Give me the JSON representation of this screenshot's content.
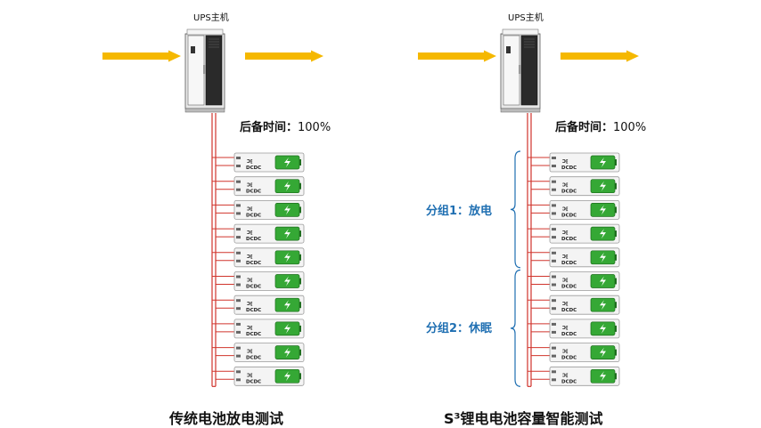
{
  "left_panel": {
    "ups_label": "UPS主机",
    "backup_prefix": "后备时间：",
    "backup_value": "100%",
    "caption": "传统电池放电测试",
    "battery_module_label": "DCDC",
    "battery_module_count": 10
  },
  "right_panel": {
    "ups_label": "UPS主机",
    "backup_prefix": "后备时间：",
    "backup_value": "100%",
    "caption": "S³锂电电池容量智能测试",
    "battery_module_label": "DCDC",
    "battery_module_count": 10,
    "groups": [
      {
        "label": "分组1：放电",
        "modules": 5
      },
      {
        "label": "分组2：休眠",
        "modules": 5
      }
    ]
  },
  "colors": {
    "arrow": "#f5b800",
    "wire": "#d0342c",
    "battery_green": "#35a835",
    "group_text": "#1f6fb2",
    "cabinet_dark": "#2a2a2a"
  },
  "icons": [
    "arrow-right-icon",
    "ups-cabinet-icon",
    "battery-module-icon",
    "lightning-icon"
  ]
}
